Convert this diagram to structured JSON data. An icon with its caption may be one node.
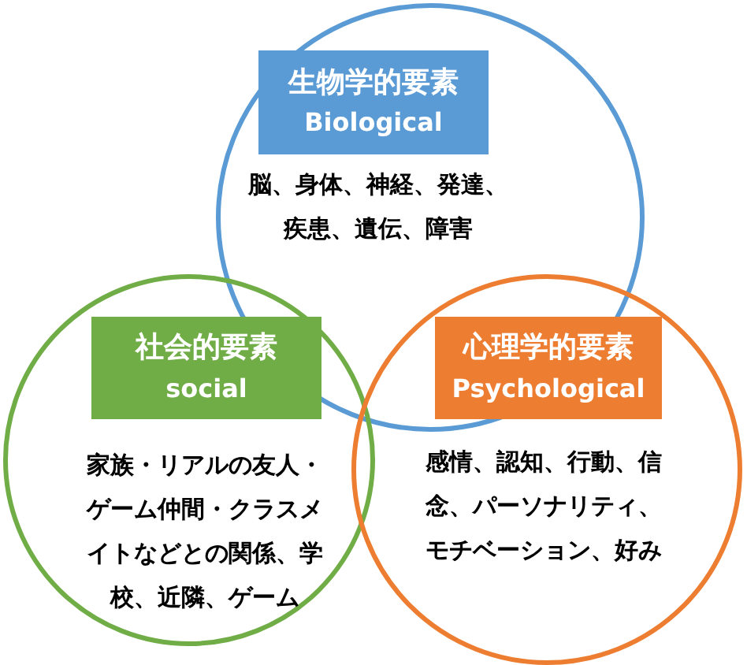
{
  "diagram": {
    "nodes": [
      {
        "text": [],
        "shape": "circle"
      },
      {
        "text": [
          "生物学的要素",
          "Biological"
        ],
        "in": 0
      },
      {
        "text": [],
        "shape": "circle"
      },
      {
        "text": [
          "社会的要素",
          "social"
        ],
        "in": 2
      },
      {
        "text": [],
        "shape": "circle"
      },
      {
        "text": [
          "心理学的要素",
          "Psychological"
        ],
        "in": 4
      }
    ],
    "labels": [
      "脳、身体、神経、発達、疾患、遺伝、障害",
      "家族・リアルの友人・ゲーム仲間・クラスメイトなどとの関係、学校、近隣、ゲーム",
      "感情、認知、行動、信念、パーソナリティ、モチベーション、好み"
    ]
  }
}
